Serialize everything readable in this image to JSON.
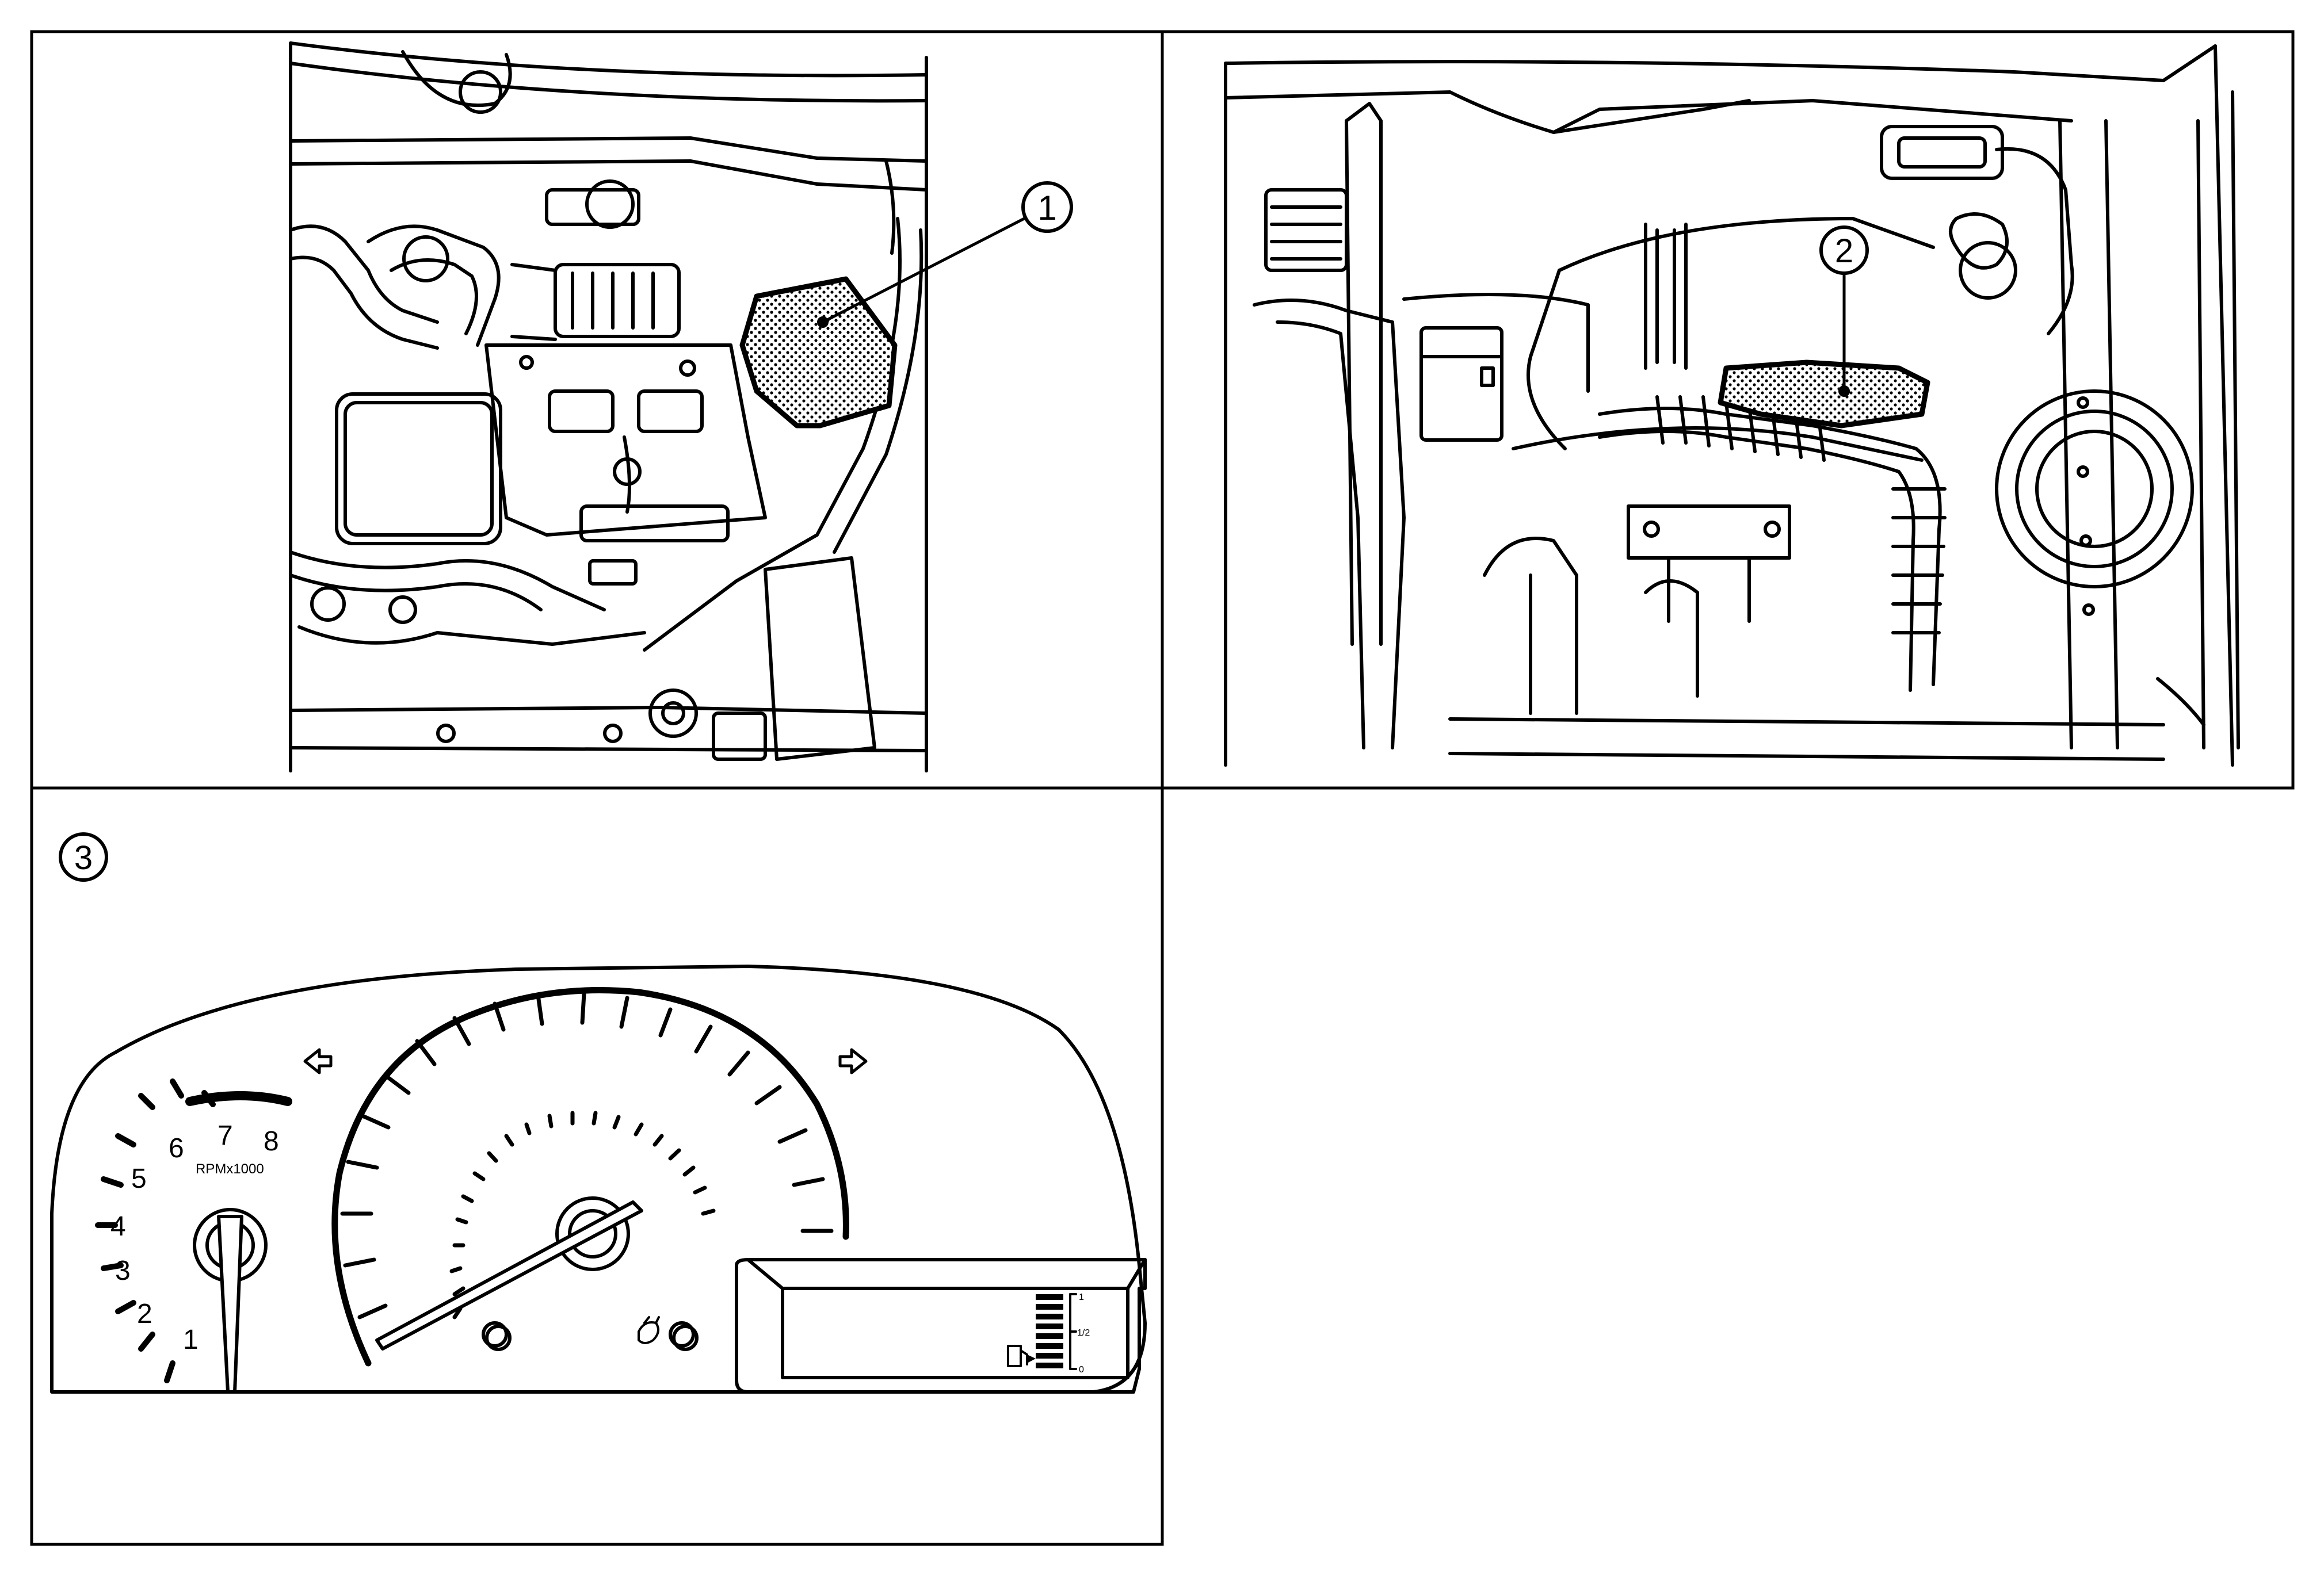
{
  "figure": {
    "panels": [
      {
        "id": "engine-compartment",
        "callout": "1"
      },
      {
        "id": "dash-harness",
        "callout": "2"
      },
      {
        "id": "combination-meter",
        "callout": "3"
      }
    ],
    "tachometer": {
      "numbers": [
        "1",
        "2",
        "3",
        "4",
        "5",
        "6",
        "7",
        "8"
      ],
      "unit": "RPMx1000"
    },
    "fuel_gauge": {
      "full": "1",
      "half": "1/2",
      "empty": "0"
    },
    "colors": {
      "line": "#000000",
      "highlight_fill": "#bdbdbd",
      "background": "#ffffff"
    },
    "icons": [
      "left-turn-arrow-icon",
      "right-turn-arrow-icon",
      "fuel-pump-icon",
      "engine-warning-icon"
    ]
  }
}
